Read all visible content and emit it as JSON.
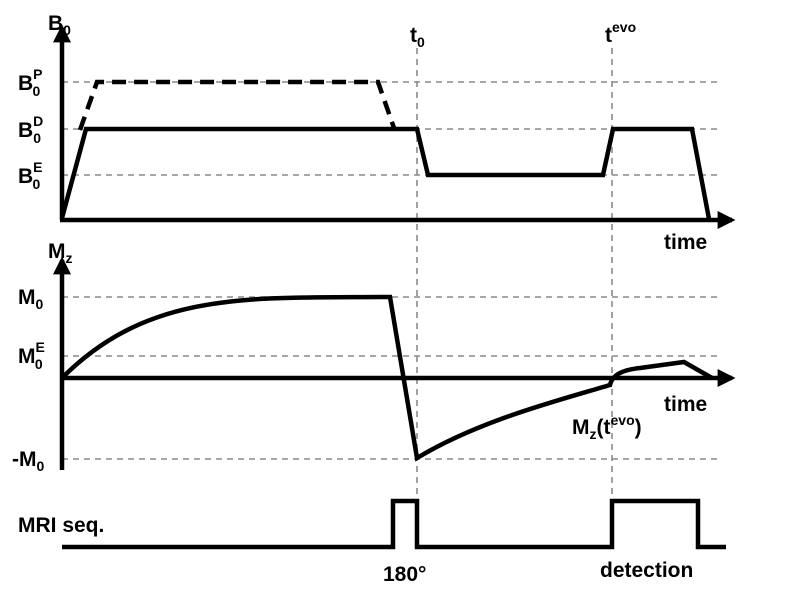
{
  "top_panel": {
    "y_axis_label": "B",
    "y_axis_label_sub": "0",
    "x_axis_label": "time",
    "levels": [
      {
        "base": "B",
        "sub": "0",
        "sup": "P"
      },
      {
        "base": "B",
        "sub": "0",
        "sup": "D"
      },
      {
        "base": "B",
        "sub": "0",
        "sup": "E"
      }
    ]
  },
  "time_markers": {
    "t0": {
      "base": "t",
      "sub": "0"
    },
    "tevo": {
      "base": "t",
      "sup": "evo"
    }
  },
  "middle_panel": {
    "y_axis_label": "M",
    "y_axis_label_sub": "z",
    "x_axis_label": "time",
    "levels": [
      {
        "base": "M",
        "sub": "0",
        "sup": ""
      },
      {
        "base": "M",
        "sub": "0",
        "sup": "E"
      },
      {
        "base": "-M",
        "sub": "0",
        "sup": ""
      }
    ],
    "annotation": {
      "base": "M",
      "sub": "z",
      "open": "(t",
      "sup": "evo",
      "close": ")"
    }
  },
  "bottom_panel": {
    "label": "MRI seq.",
    "pulse_label": "180°",
    "detection_label": "detection"
  }
}
